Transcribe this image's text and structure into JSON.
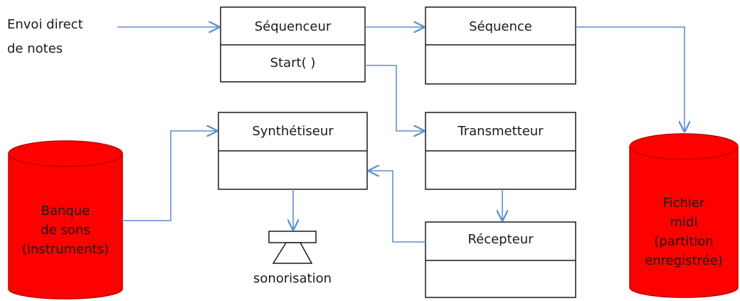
{
  "input_label": [
    "Envoi direct",
    "de notes"
  ],
  "classes": {
    "sequenceur": {
      "name": "Séquenceur",
      "method": "Start( )"
    },
    "sequence": {
      "name": "Séquence"
    },
    "synthetiseur": {
      "name": "Synthétiseur"
    },
    "transmetteur": {
      "name": "Transmetteur"
    },
    "recepteur": {
      "name": "Récepteur"
    }
  },
  "banque": {
    "lines": [
      "Banque",
      "de sons",
      "(instruments)"
    ]
  },
  "fichier": {
    "lines": [
      "Fichier",
      "midi",
      "(partition",
      "enregistrée)"
    ]
  },
  "speaker": {
    "label": "sonorisation"
  },
  "colors": {
    "arrow": "#5b8fd0",
    "cylinder_fill": "#ff0000",
    "cylinder_stroke": "#c00000",
    "box_stroke": "#1a1a1a"
  }
}
